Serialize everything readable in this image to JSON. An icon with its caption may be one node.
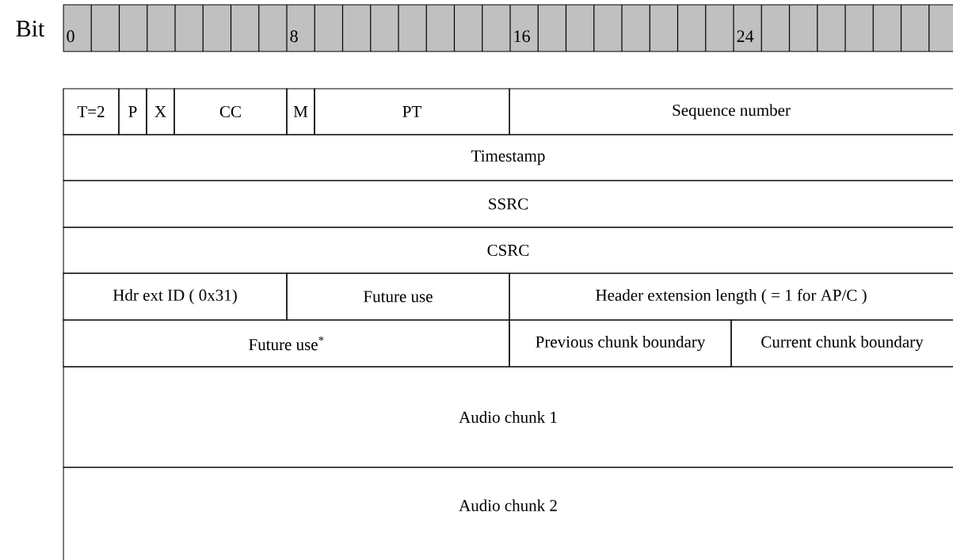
{
  "diagram": {
    "nodes": [
      {
        "text": [
          "T=2"
        ]
      },
      {
        "text": [
          "P"
        ]
      },
      {
        "text": [
          "X"
        ]
      },
      {
        "text": [
          "CC"
        ]
      },
      {
        "text": [
          "M"
        ]
      },
      {
        "text": [
          "PT"
        ]
      },
      {
        "text": [
          "Sequence number"
        ]
      },
      {
        "text": [
          "Timestamp"
        ]
      },
      {
        "text": [
          "SSRC"
        ]
      },
      {
        "text": [
          "CSRC"
        ]
      },
      {
        "text": [
          "Hdr ext ID ( 0x31)"
        ]
      },
      {
        "text": [
          "Future use"
        ]
      },
      {
        "text": [
          "Header extension length ( = 1 for AP/C )"
        ]
      },
      {
        "text": [
          "Future use$^{*}$"
        ]
      },
      {
        "text": [
          "Previous chunk boundary"
        ]
      },
      {
        "text": [
          "Current chunk boundary"
        ]
      },
      {
        "text": [
          "Audio chunk 1"
        ]
      },
      {
        "text": [
          "Audio chunk 2"
        ]
      }
    ],
    "labels": [
      "Bit",
      "0",
      "8",
      "16",
      "24"
    ]
  }
}
